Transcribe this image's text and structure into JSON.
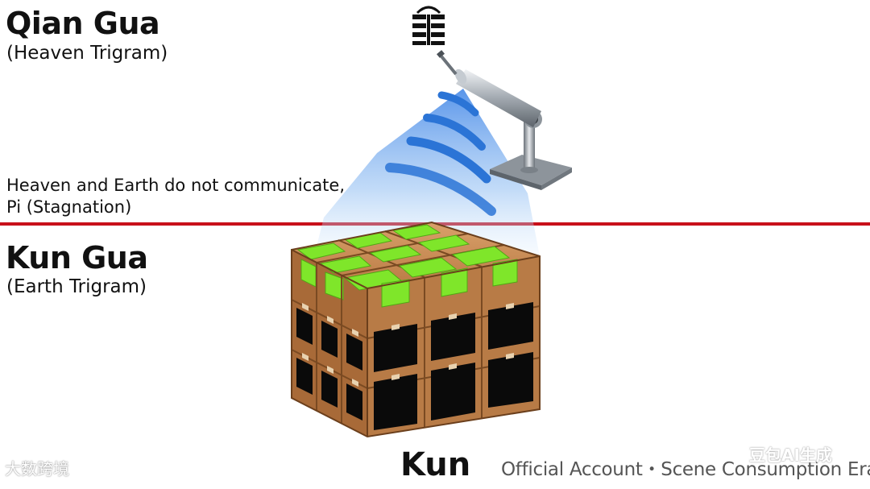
{
  "upper": {
    "title": "Qian Gua",
    "subtitle": "(Heaven Trigram)",
    "trigram_symbol": "☰",
    "trigram_icon": "heaven-trigram-icon"
  },
  "middle_caption": {
    "line1": "Heaven and Earth do not communicate,",
    "line2": "Pi (Stagnation)"
  },
  "lower": {
    "title": "Kun Gua",
    "subtitle": "(Earth Trigram)"
  },
  "cube_label": "Kun",
  "footer": "Official Account・Scene Consumption Era",
  "watermarks": {
    "left": "大数跨境",
    "right": "豆包AI生成"
  },
  "colors": {
    "divider": "#c8101a",
    "signal_blue": "#2f7fd8",
    "box_brown": "#c1834d",
    "tape_green": "#7fe62a",
    "screen_black": "#0a0a0a"
  }
}
